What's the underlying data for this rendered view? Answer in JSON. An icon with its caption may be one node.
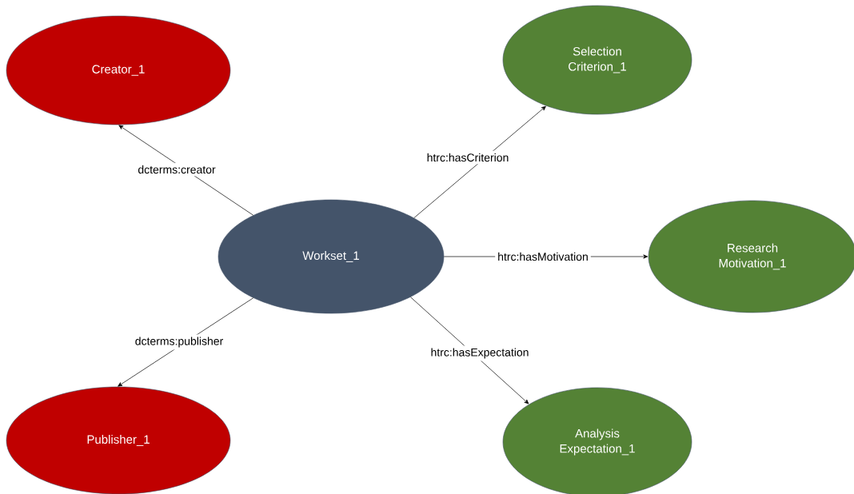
{
  "diagram": {
    "nodes": [
      {
        "text": [
          "Creator_1"
        ]
      },
      {
        "text": [
          "Selection Criterion_1"
        ]
      },
      {
        "text": [
          "Workset_1"
        ]
      },
      {
        "text": [
          "Research Motivation_1"
        ]
      },
      {
        "text": [
          "Publisher_1"
        ]
      },
      {
        "text": [
          "Analysis Expectation_1"
        ]
      }
    ],
    "edges": [
      {
        "from": 2,
        "to": 0,
        "arrow": "to",
        "label": "dcterms:creator"
      },
      {
        "from": 2,
        "to": 1,
        "arrow": "to",
        "label": "htrc:hasCriterion"
      },
      {
        "from": 2,
        "to": 3,
        "arrow": "to",
        "label": "htrc:hasMotivation"
      },
      {
        "from": 2,
        "to": 4,
        "arrow": "to",
        "label": "dcterms:publisher"
      },
      {
        "from": 2,
        "to": 5,
        "arrow": "to",
        "label": "htrc:hasExpectation"
      }
    ]
  }
}
